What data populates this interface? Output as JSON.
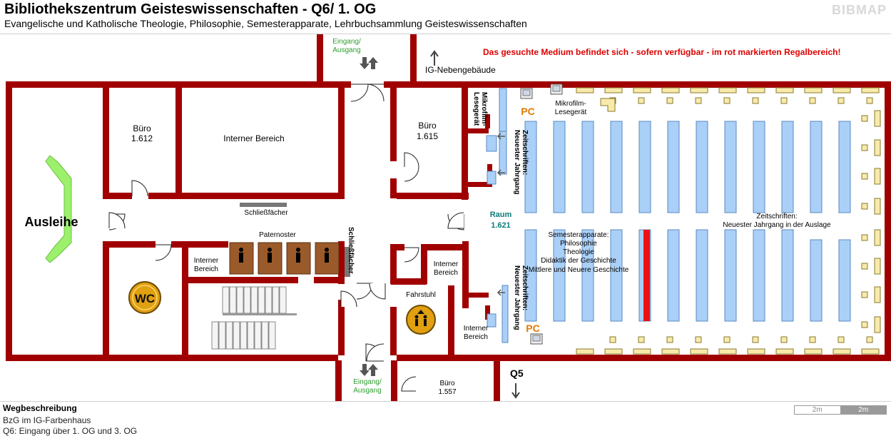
{
  "header": {
    "title": "Bibliothekszentrum Geisteswissenschaften - Q6/ 1. OG",
    "subtitle": "Evangelische und Katholische Theologie, Philosophie, Semesterapparate, Lehrbuchsammlung Geisteswissenschaften",
    "logo": "BIBMAP"
  },
  "notice": "Das gesuchte Medium befindet sich - sofern verfügbar -  im rot markierten Regalbereich!",
  "colors": {
    "wall": "#a00000",
    "shelf": "#aad0f8",
    "highlight": "#ee1111",
    "table": "#f7eaaa",
    "notice": "#dd0000",
    "green_label": "#2e9e2e",
    "teal_label": "#0e7a7a",
    "counter": "#9cf06c"
  },
  "labels": {
    "entrance_top": [
      "Eingang/",
      "Ausgang"
    ],
    "entrance_bottom": [
      "Eingang/",
      "Ausgang"
    ],
    "ig_building": "IG-Nebengebäude",
    "office_1612": [
      "Büro",
      "1.612"
    ],
    "internal_top": "Interner Bereich",
    "office_1615": [
      "Büro",
      "1.615"
    ],
    "microfilm_vertical": [
      "Mikrofilm-",
      "Lesegerät"
    ],
    "microfilm_top": [
      "Mikrofilm-",
      "Lesegerät"
    ],
    "pc": "PC",
    "journals_top": [
      "Zeitschriften:",
      "Neuester Jahrgang"
    ],
    "journals_bottom": [
      "Zeitschriften:",
      "Neuester Jahrgang"
    ],
    "lockers_top": "Schließfächer",
    "lockers_vertical": "Schließfächer",
    "lending": "Ausleihe",
    "room": [
      "Raum",
      "1.621"
    ],
    "journals_display": [
      "Zeitschriften:",
      "Neuester Jahrgang in der Auslage"
    ],
    "semester": [
      "Semesterapparate:",
      "Philosophie",
      "Theologie",
      "Didaktik der Geschichte",
      "Mittlere und Neuere Geschichte"
    ],
    "paternoster": "Paternoster",
    "internal_left": [
      "Interner",
      "Bereich"
    ],
    "internal_right": [
      "Interner",
      "Bereich"
    ],
    "internal_bottom": [
      "Interner",
      "Bereich"
    ],
    "elevator": "Fahrstuhl",
    "wc": "WC",
    "office_1557": [
      "Büro",
      "1.557"
    ],
    "q5": "Q5"
  },
  "footer": {
    "title": "Wegbeschreibung",
    "lines": [
      "BzG im IG-Farbenhaus",
      "Q6: Eingang über 1. OG und 3. OG"
    ],
    "scale": [
      "2m",
      "2m"
    ]
  }
}
